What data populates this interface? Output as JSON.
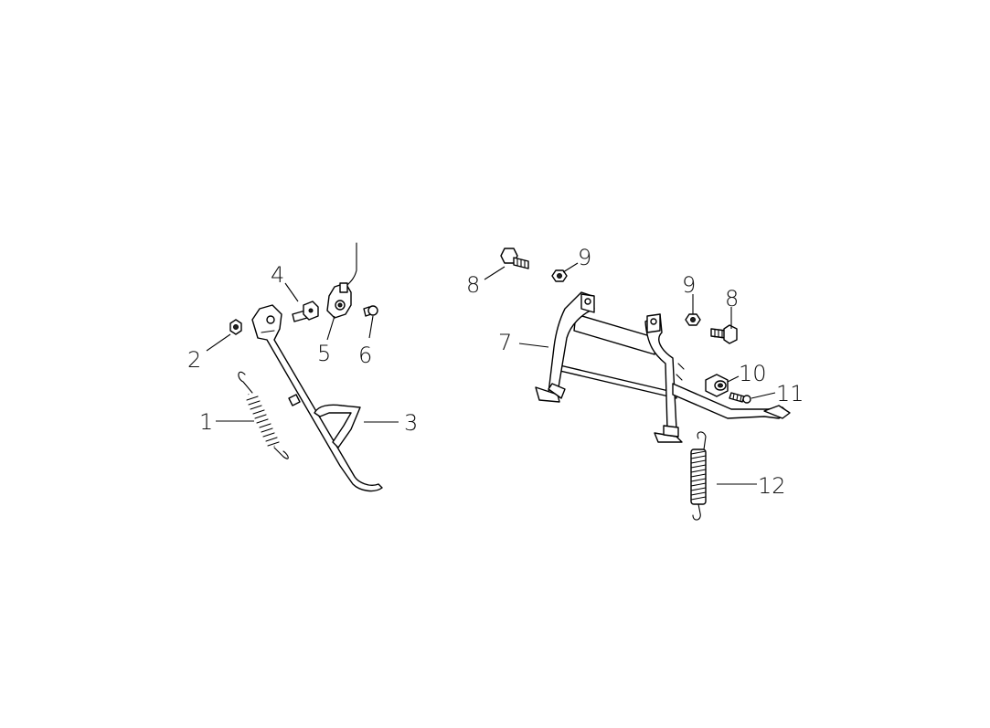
{
  "callouts": [
    {
      "id": "1",
      "label": "1"
    },
    {
      "id": "2",
      "label": "2"
    },
    {
      "id": "3",
      "label": "3"
    },
    {
      "id": "4",
      "label": "4"
    },
    {
      "id": "5",
      "label": "5"
    },
    {
      "id": "6",
      "label": "6"
    },
    {
      "id": "7",
      "label": "7"
    },
    {
      "id": "8a",
      "label": "8"
    },
    {
      "id": "9a",
      "label": "9"
    },
    {
      "id": "9b",
      "label": "9"
    },
    {
      "id": "8b",
      "label": "8"
    },
    {
      "id": "10",
      "label": "10"
    },
    {
      "id": "11",
      "label": "11"
    },
    {
      "id": "12",
      "label": "12"
    }
  ]
}
